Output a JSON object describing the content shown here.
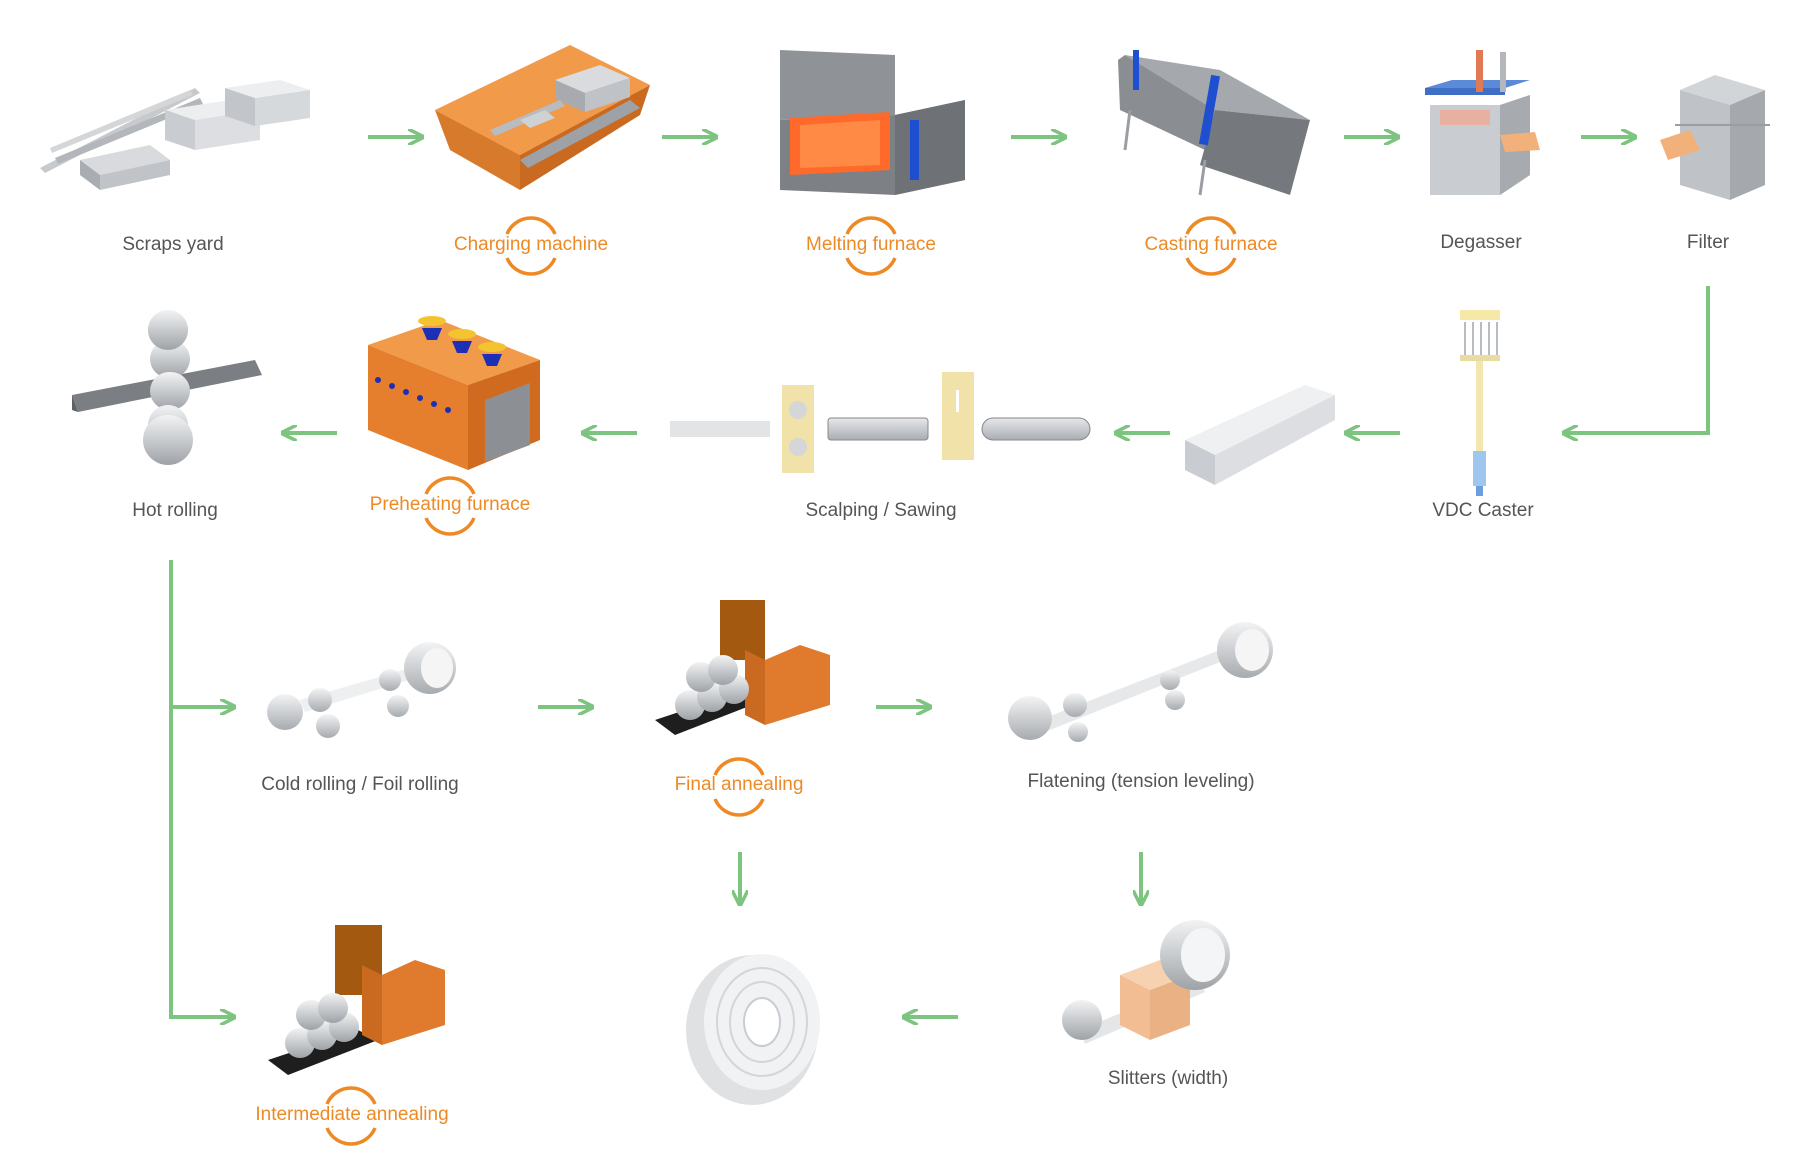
{
  "colors": {
    "arrow": "#7cc47f",
    "label_text": "#555555",
    "heat_label": "#ee8a25",
    "steel": "#b9bcc0",
    "orange_body": "#e98a3c",
    "background": "#ffffff"
  },
  "steps": {
    "scraps_yard": "Scraps yard",
    "charging_machine": "Charging machine",
    "melting_furnace": "Melting furnace",
    "casting_furnace": "Casting furnace",
    "degasser": "Degasser",
    "filter": "Filter",
    "hot_rolling": "Hot rolling",
    "preheating_furnace": "Preheating furnace",
    "scalping_sawing": "Scalping / Sawing",
    "vdc_caster": "VDC Caster",
    "cold_rolling": "Cold rolling / Foil rolling",
    "final_annealing": "Final annealing",
    "flattening": "Flatening (tension leveling)",
    "intermediate_annealing": "Intermediate annealing",
    "slitters": "Slitters (width)"
  },
  "icons": {
    "scraps": "scrap-pile-icon",
    "charger": "charging-machine-icon",
    "melter": "melting-furnace-icon",
    "caster_furnace": "casting-furnace-icon",
    "degas": "degasser-icon",
    "filter": "filter-box-icon",
    "vdc": "vdc-caster-icon",
    "ingot": "ingot-icon",
    "saw": "scalping-saw-icon",
    "preheat": "preheating-furnace-icon",
    "hot_mill": "hot-rolling-mill-icon",
    "cold_mill": "cold-rolling-mill-icon",
    "annealer": "annealing-furnace-icon",
    "leveler": "tension-leveler-icon",
    "slitter": "slitter-icon",
    "coil": "finished-coil-icon",
    "heat": "heat-cycle-icon",
    "arrow": "flow-arrow-icon"
  }
}
